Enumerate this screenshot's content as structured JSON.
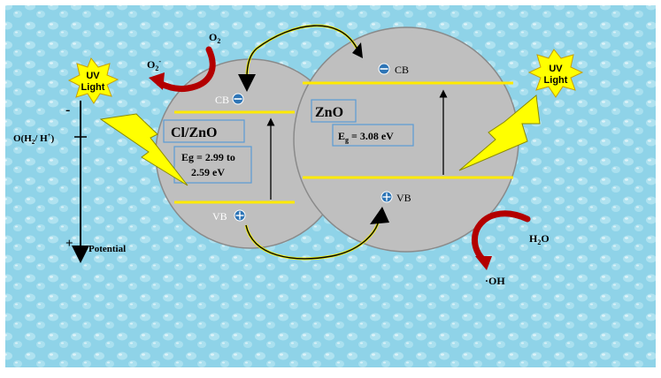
{
  "uv_light_left": {
    "line1": "UV",
    "line2": "Light"
  },
  "uv_light_right": {
    "line1": "UV",
    "line2": "Light"
  },
  "potential_axis": {
    "minus": "-",
    "plus": "+",
    "level_label": "O(H",
    "level_sub1": "2",
    "level_mid": "/ H",
    "level_sup": "+",
    "level_end": ")",
    "axis_label": "Potential"
  },
  "oxygen": {
    "o2": "O",
    "o2_sub": "2",
    "superoxide": "O",
    "superoxide_sub": "2",
    "superoxide_sup": "-"
  },
  "cl_zno": {
    "name": "Cl/ZnO",
    "cb": "CB",
    "vb": "VB",
    "eg_line1": "Eg = 2.99 to",
    "eg_line2": "2.59 eV"
  },
  "zno": {
    "name": "ZnO",
    "cb": "CB",
    "vb": "VB",
    "eg_prefix": "E",
    "eg_sub": "g",
    "eg_value": " = 3.08 eV"
  },
  "water": {
    "h2o": "H",
    "h2o_sub": "2",
    "h2o_end": "O",
    "hydroxyl": "·OH"
  },
  "colors": {
    "background": "#8fd3e8",
    "sphere": "#bfbfbf",
    "band": "#ffea00",
    "curved_arrow": "#b30000",
    "lightning": "#ffff00",
    "starburst": "#ffff00",
    "label_border": "#5b9bd5"
  }
}
